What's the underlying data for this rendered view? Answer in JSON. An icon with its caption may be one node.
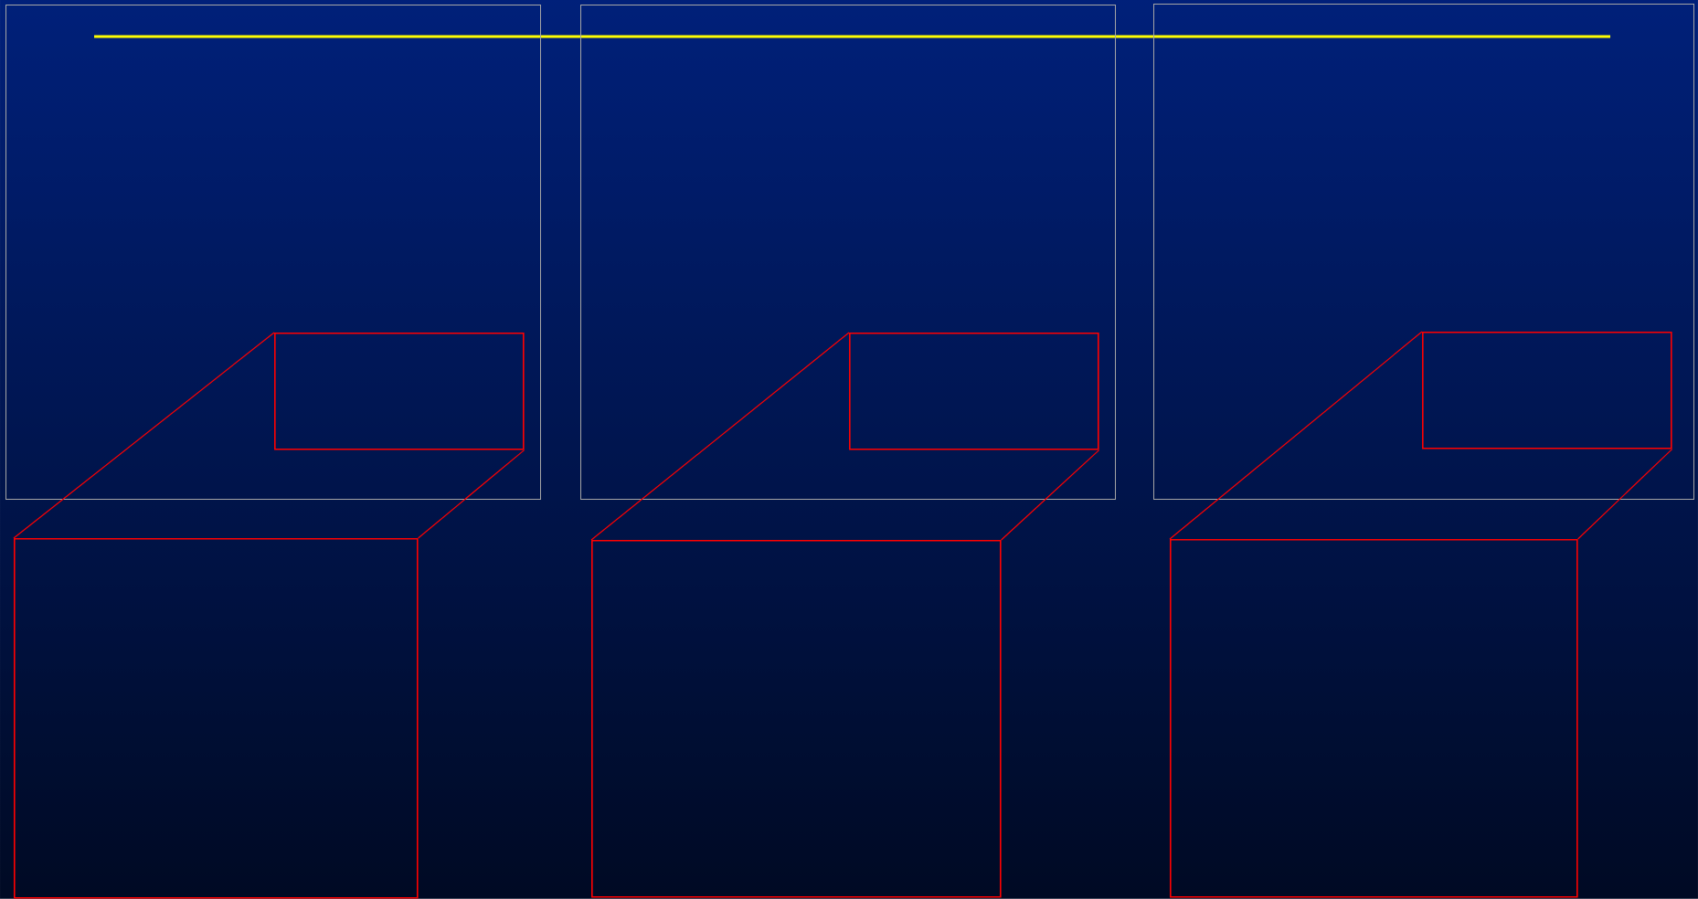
{
  "diagram": {
    "nodes": [
      {
        "text": [],
        "shape": "box"
      },
      {
        "text": [],
        "shape": "box",
        "in": 0
      },
      {
        "text": [],
        "shape": "box"
      },
      {
        "text": [],
        "shape": "box",
        "in": 2
      },
      {
        "text": [],
        "shape": "box"
      },
      {
        "text": [],
        "shape": "box",
        "in": 4
      },
      {
        "text": [],
        "shape": "box"
      },
      {
        "text": [],
        "shape": "box"
      },
      {
        "text": [],
        "shape": "box"
      }
    ],
    "edges": [
      {
        "from": 1,
        "to": 6,
        "arrow": "none"
      },
      {
        "from": 1,
        "to": 6,
        "arrow": "none"
      },
      {
        "from": 3,
        "to": 7,
        "arrow": "none"
      },
      {
        "from": 3,
        "to": 7,
        "arrow": "none"
      },
      {
        "from": 5,
        "to": 8,
        "arrow": "none"
      },
      {
        "from": 5,
        "to": 8,
        "arrow": "none"
      }
    ]
  }
}
